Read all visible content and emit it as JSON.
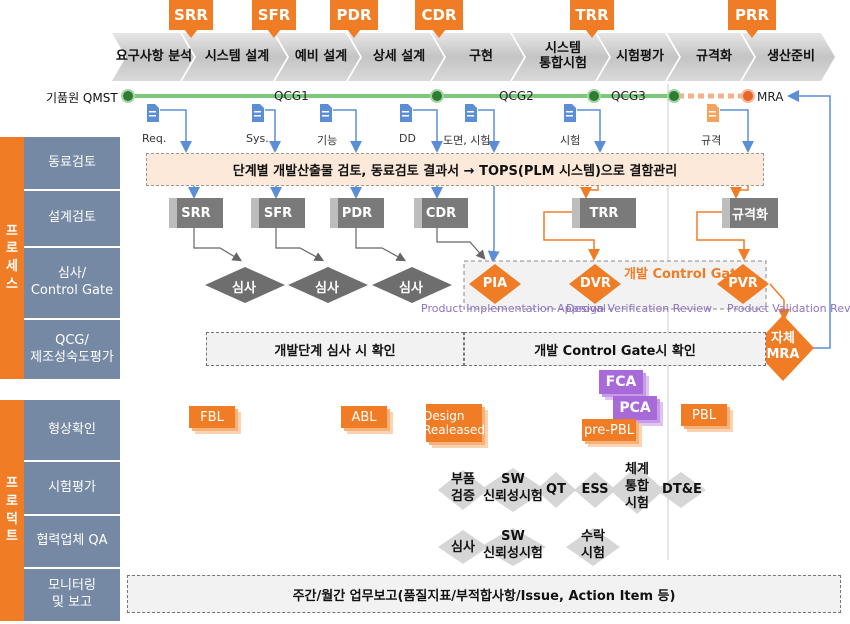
{
  "milestones": [
    "SRR",
    "SFR",
    "PDR",
    "CDR",
    "TRR",
    "PRR"
  ],
  "phases": [
    "요구사항 분석",
    "시스템 설계",
    "예비 설계",
    "상세 설계",
    "구현",
    "시스템\n통합시험",
    "시험평가",
    "규격화",
    "생산준비"
  ],
  "qmst": {
    "label": "기품원 QMST",
    "gates": [
      "QCG1",
      "QCG2",
      "QCG3"
    ],
    "mra": "MRA"
  },
  "docs": [
    "Req.",
    "Sys.",
    "기능",
    "DD",
    "도면, 시험",
    "시험",
    "규격"
  ],
  "banner": "단계별 개발산출물 검토, 동료검토 결과서 → TOPS(PLM 시스템)으로 결함관리",
  "reviews": [
    "SRR",
    "SFR",
    "PDR",
    "CDR",
    "TRR",
    "규격화"
  ],
  "audits": [
    "심사",
    "심사",
    "심사"
  ],
  "control_gate": {
    "title": "개발 Control Gate",
    "gates": [
      "PIA",
      "DVR",
      "PVR"
    ],
    "descriptions": [
      "Product Implementation Approval",
      "Design Verification Review",
      "Product Validation Review"
    ],
    "self_mra": "자체\nMRA"
  },
  "confirm_boxes": [
    "개발단계 심사 시 확인",
    "개발 Control Gate시 확인"
  ],
  "baselines": [
    "FBL",
    "ABL",
    "Design\nRealeased",
    "pre-PBL",
    "PBL"
  ],
  "audit_docs": [
    "FCA",
    "PCA"
  ],
  "tests": [
    "부품\n검증",
    "SW\n신뢰성시험",
    "QT",
    "ESS",
    "체계\n통합\n시험",
    "DT&E",
    "심사",
    "SW\n신뢰성시험",
    "수락\n시험"
  ],
  "report": "주간/월간 업무보고(품질지표/부적합사항/Issue, Action Item 등)",
  "left_panel": {
    "process_group": "프\n로\n세\n스",
    "product_group": "프\n로\n덕\n트",
    "rows": [
      "동료검토",
      "설계검토",
      "심사/\nControl Gate",
      "QCG/\n제조성숙도평가",
      "형상확인",
      "시험평가",
      "협력업체 QA",
      "모니터링\n및 보고"
    ]
  },
  "colors": {
    "orange": "#f07d26",
    "slate": "#7589a4",
    "review_gray": "#7a7a7a",
    "green": "#7cc97c",
    "purple": "#a86ad8",
    "blue_arrow": "#5b8ed6"
  }
}
